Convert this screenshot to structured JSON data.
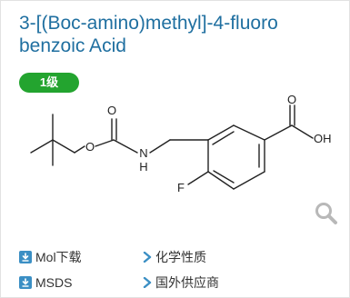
{
  "compound": {
    "title_line1": "3-[(Boc-amino)methyl]-4-fluoro",
    "title_line2": "benzoic Acid",
    "grade_badge": "1级"
  },
  "structure": {
    "atom_labels": {
      "o_carbonyl_carbamate": "O",
      "o_ester": "O",
      "nh": "N",
      "h_on_n": "H",
      "o_carbonyl_acid": "O",
      "oh": "OH",
      "f": "F"
    }
  },
  "links": {
    "mol_download": "Mol下载",
    "chemical_properties": "化学性质",
    "msds": "MSDS",
    "suppliers": "国外供应商"
  },
  "colors": {
    "title": "#1f6fa0",
    "badge": "#23a42f",
    "download_icon": "#3b8fc4",
    "arrow_icon": "#3b8fc4"
  },
  "icons": {
    "download": "download-icon",
    "arrow": "chevron-right-icon",
    "zoom": "magnifier-icon"
  }
}
